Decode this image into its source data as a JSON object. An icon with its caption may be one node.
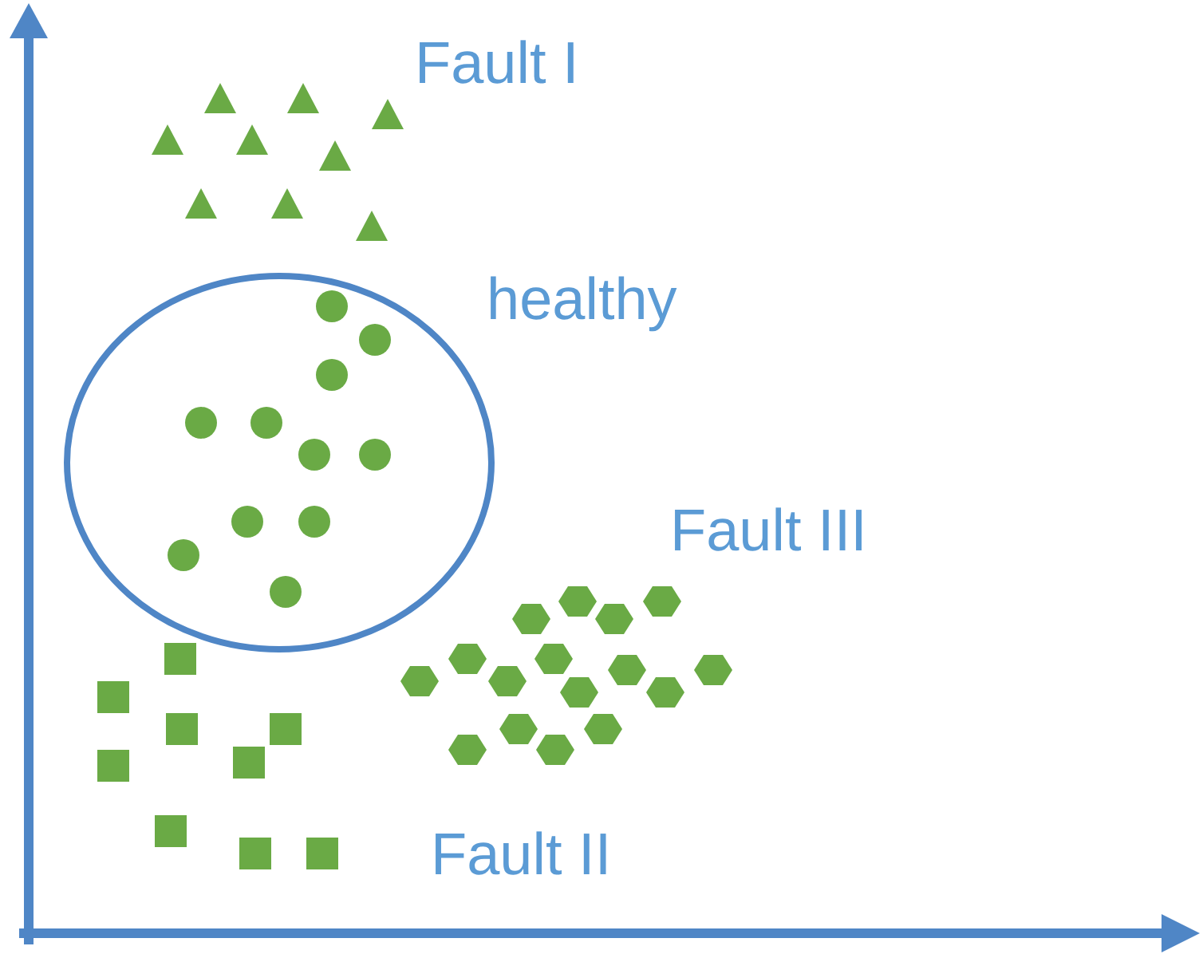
{
  "diagram": {
    "labels": [
      "Fault I",
      "healthy",
      "Fault III",
      "Fault II"
    ]
  }
}
